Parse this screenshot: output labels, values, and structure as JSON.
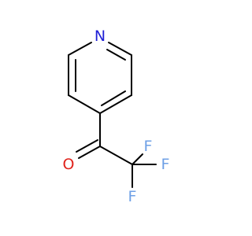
{
  "molecule": {
    "atoms": [
      {
        "id": "N1",
        "label": "N",
        "color": "#1f1fd6"
      },
      {
        "id": "O1",
        "label": "O",
        "color": "#e0231c"
      },
      {
        "id": "F1",
        "label": "F",
        "color": "#6ea0e6"
      },
      {
        "id": "F2",
        "label": "F",
        "color": "#6ea0e6"
      },
      {
        "id": "F3",
        "label": "F",
        "color": "#6ea0e6"
      }
    ],
    "bond_color": "#000000"
  }
}
